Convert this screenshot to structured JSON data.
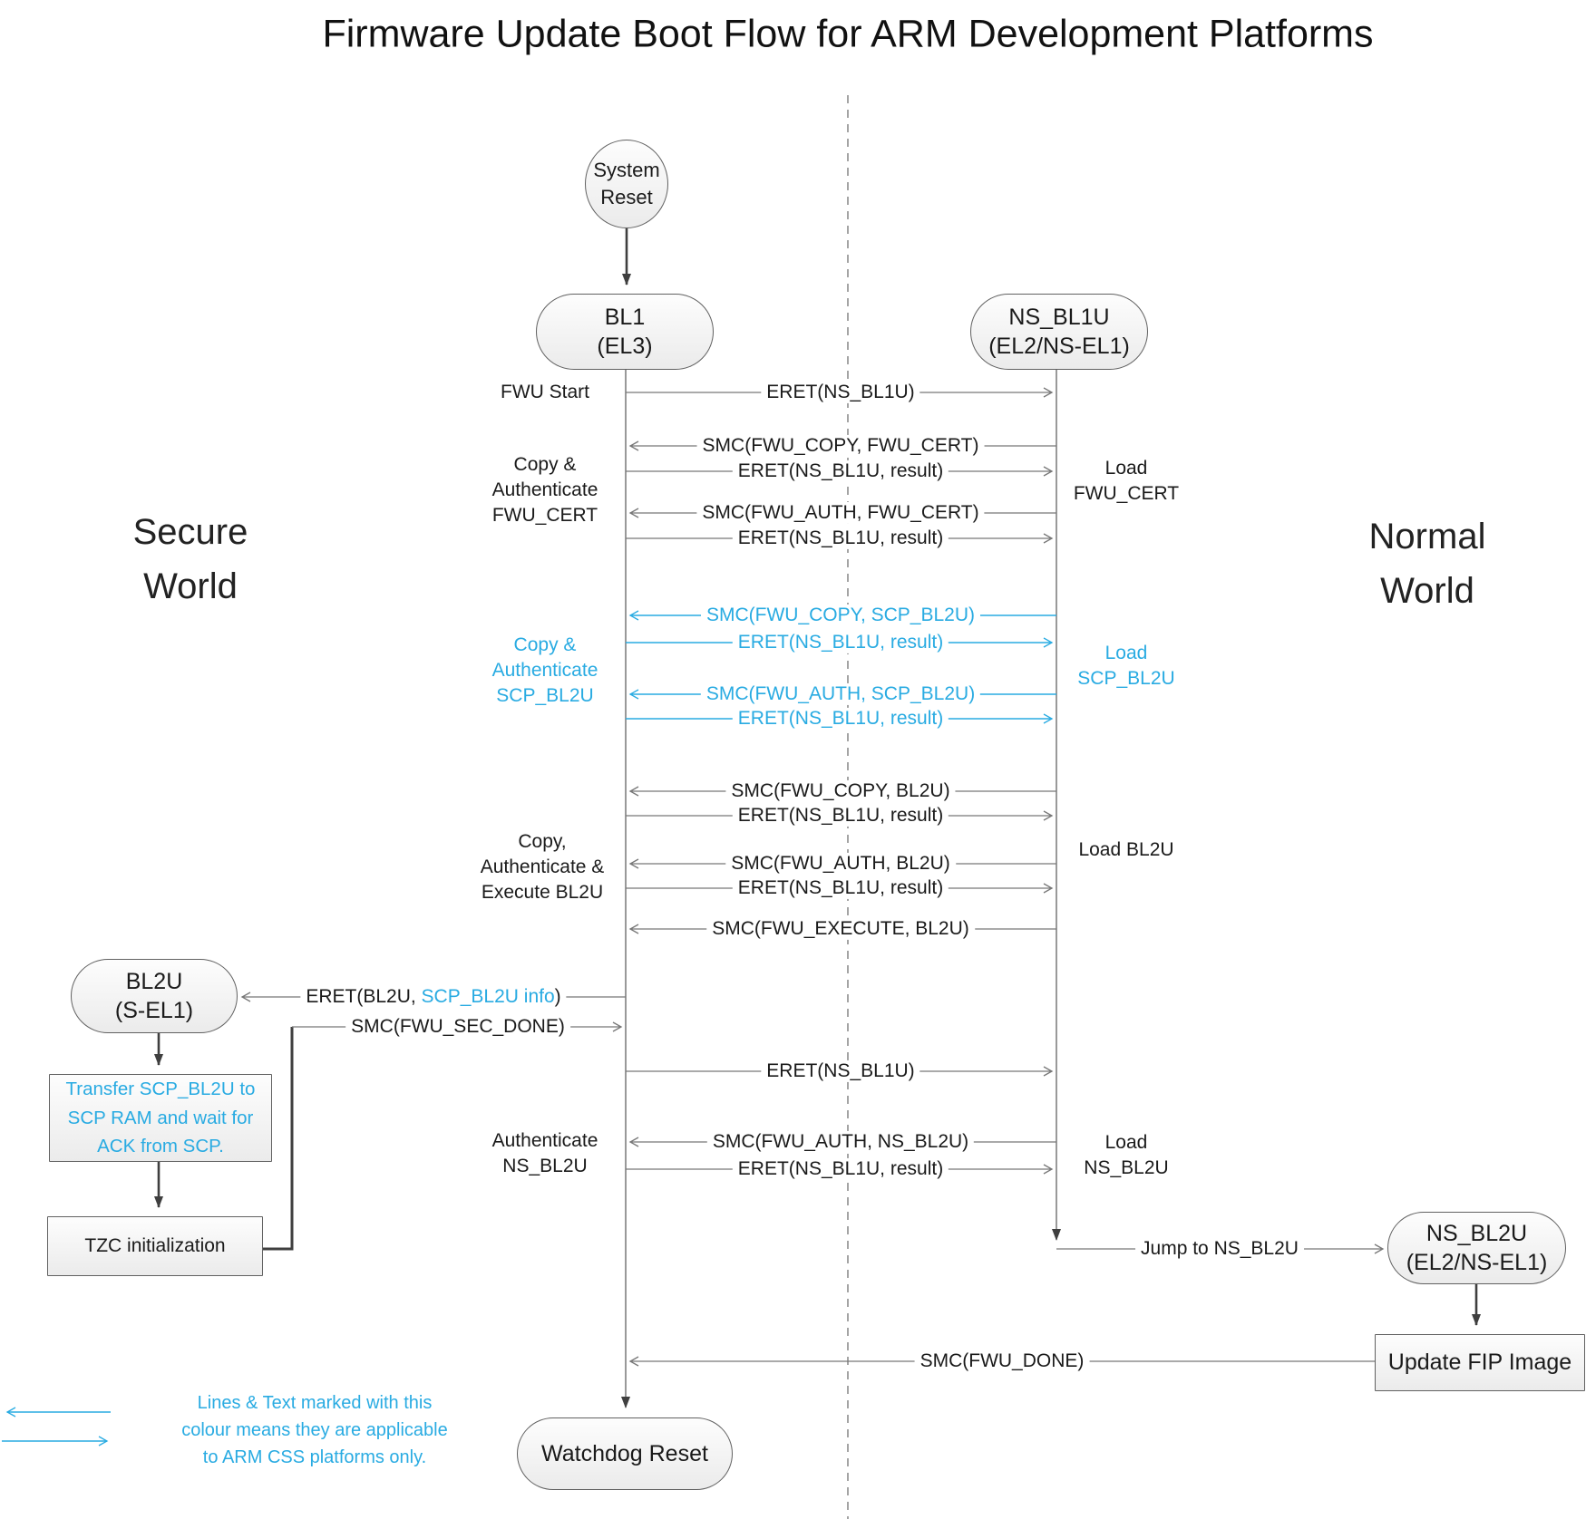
{
  "title": "Firmware Update Boot Flow for ARM Development Platforms",
  "worlds": {
    "secure": [
      "Secure",
      "World"
    ],
    "normal": [
      "Normal",
      "World"
    ]
  },
  "nodes": {
    "system_reset": {
      "lines": [
        "System",
        "Reset"
      ]
    },
    "bl1": {
      "lines": [
        "BL1",
        "(EL3)"
      ]
    },
    "ns_bl1u": {
      "lines": [
        "NS_BL1U",
        "(EL2/NS-EL1)"
      ]
    },
    "bl2u": {
      "lines": [
        "BL2U",
        "(S-EL1)"
      ]
    },
    "ns_bl2u": {
      "lines": [
        "NS_BL2U",
        "(EL2/NS-EL1)"
      ]
    },
    "transfer_scp": {
      "lines": [
        "Transfer SCP_BL2U to",
        "SCP RAM and wait for",
        "ACK from SCP."
      ]
    },
    "tzc": {
      "label": "TZC initialization"
    },
    "update_fip": {
      "label": "Update FIP Image"
    },
    "watchdog": {
      "label": "Watchdog Reset"
    }
  },
  "messages": [
    {
      "label": "ERET(NS_BL1U)",
      "direction": "right",
      "color": "black"
    },
    {
      "label": "SMC(FWU_COPY, FWU_CERT)",
      "direction": "left",
      "color": "black"
    },
    {
      "label": "ERET(NS_BL1U, result)",
      "direction": "right",
      "color": "black"
    },
    {
      "label": "SMC(FWU_AUTH, FWU_CERT)",
      "direction": "left",
      "color": "black"
    },
    {
      "label": "ERET(NS_BL1U, result)",
      "direction": "right",
      "color": "black"
    },
    {
      "label": "SMC(FWU_COPY, SCP_BL2U)",
      "direction": "left",
      "color": "blue"
    },
    {
      "label": "ERET(NS_BL1U, result)",
      "direction": "right",
      "color": "blue"
    },
    {
      "label": "SMC(FWU_AUTH, SCP_BL2U)",
      "direction": "left",
      "color": "blue"
    },
    {
      "label": "ERET(NS_BL1U, result)",
      "direction": "right",
      "color": "blue"
    },
    {
      "label": "SMC(FWU_COPY, BL2U)",
      "direction": "left",
      "color": "black"
    },
    {
      "label": "ERET(NS_BL1U, result)",
      "direction": "right",
      "color": "black"
    },
    {
      "label": "SMC(FWU_AUTH, BL2U)",
      "direction": "left",
      "color": "black"
    },
    {
      "label": "ERET(NS_BL1U, result)",
      "direction": "right",
      "color": "black"
    },
    {
      "label": "SMC(FWU_EXECUTE, BL2U)",
      "direction": "left",
      "color": "black"
    },
    {
      "label": "ERET(NS_BL1U)",
      "direction": "right",
      "color": "black"
    },
    {
      "label": "SMC(FWU_AUTH, NS_BL2U)",
      "direction": "left",
      "color": "black"
    },
    {
      "label": "ERET(NS_BL1U, result)",
      "direction": "right",
      "color": "black"
    }
  ],
  "special_arrows": {
    "eret_bl2u": {
      "pre": "ERET(BL2U, ",
      "highlight": "SCP_BL2U info",
      "post": ")"
    },
    "smc_sec_done": {
      "label": "SMC(FWU_SEC_DONE)"
    },
    "jump_ns_bl2u": {
      "label": "Jump to NS_BL2U"
    },
    "smc_done": {
      "label": "SMC(FWU_DONE)"
    }
  },
  "side_labels": {
    "left": [
      {
        "lines": [
          "FWU Start"
        ],
        "color": "black"
      },
      {
        "lines": [
          "Copy &",
          "Authenticate",
          "FWU_CERT"
        ],
        "color": "black"
      },
      {
        "lines": [
          "Copy &",
          "Authenticate",
          "SCP_BL2U"
        ],
        "color": "blue"
      },
      {
        "lines": [
          "Copy,",
          "Authenticate &",
          "Execute BL2U"
        ],
        "color": "black"
      },
      {
        "lines": [
          "Authenticate",
          "NS_BL2U"
        ],
        "color": "black"
      }
    ],
    "right": [
      {
        "lines": [
          "Load",
          "FWU_CERT"
        ],
        "color": "black"
      },
      {
        "lines": [
          "Load",
          "SCP_BL2U"
        ],
        "color": "blue"
      },
      {
        "lines": [
          "Load BL2U"
        ],
        "color": "black"
      },
      {
        "lines": [
          "Load",
          "NS_BL2U"
        ],
        "color": "black"
      }
    ]
  },
  "legend": {
    "lines": [
      "Lines & Text marked with this",
      "colour means they are applicable",
      "to ARM CSS platforms only."
    ]
  },
  "colors": {
    "accent_blue": "#29ABE2",
    "line_gray": "#6e6e6e",
    "flow_dark": "#3f3f3f",
    "text": "#1a1a1a"
  }
}
